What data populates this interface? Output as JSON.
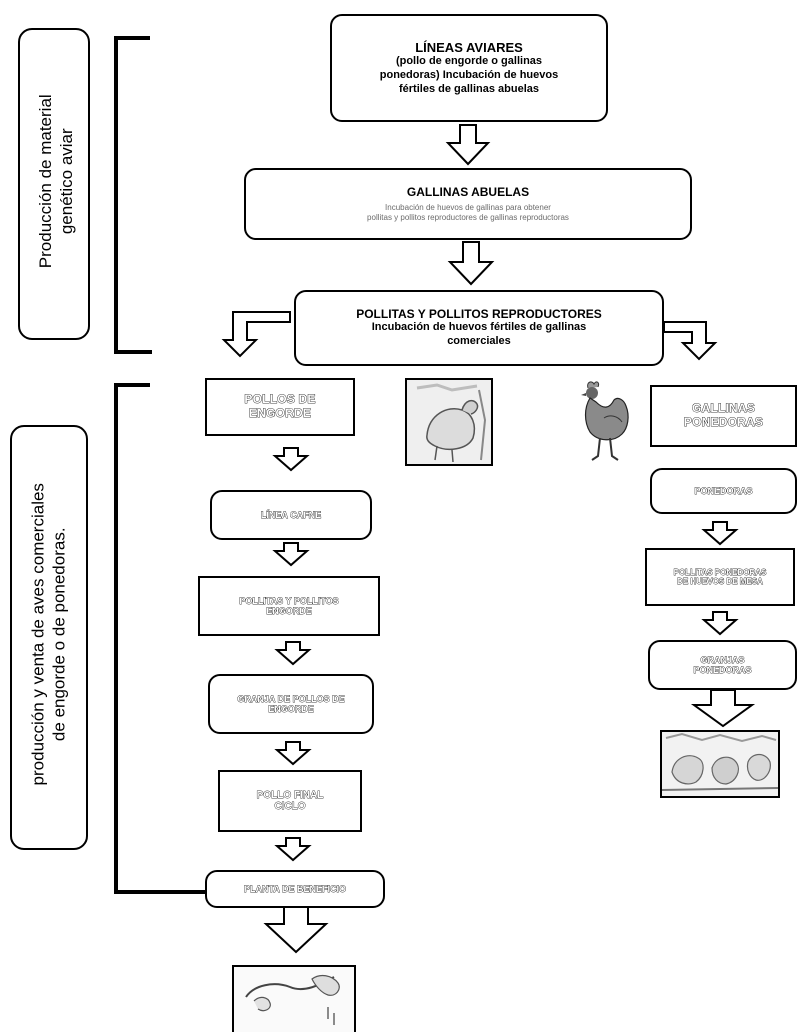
{
  "sections": {
    "genetic": {
      "label_lines": [
        "Producción de material",
        "genético aviar"
      ]
    },
    "commercial": {
      "label_lines": [
        "producción y venta de aves comerciales",
        "de engorde o de ponedoras."
      ]
    }
  },
  "top_chain": {
    "lineas": {
      "title": "LÍNEAS AVIARES",
      "lines": [
        "(pollo de engorde o gallinas",
        "ponedoras) Incubación de huevos",
        "fértiles de gallinas abuelas"
      ]
    },
    "abuelas": {
      "title": "GALLINAS ABUELAS",
      "faint_lines": [
        "Incubación de huevos de gallinas para obtener",
        "pollitas y pollitos reproductores de gallinas reproductoras"
      ]
    },
    "reproductores": {
      "title": "POLLITAS Y POLLITOS REPRODUCTORES",
      "lines": [
        "Incubación de huevos fértiles de gallinas",
        "comerciales"
      ]
    }
  },
  "engorde_chain": {
    "head": [
      "POLLOS DE",
      "ENGORDE"
    ],
    "steps": [
      {
        "lines": [
          "LÍNEA CAFNE"
        ]
      },
      {
        "lines": [
          "POLLITAS Y POLLITOS",
          "ENGORDE"
        ]
      },
      {
        "lines": [
          "GRANJA DE POLLOS DE",
          "ENGORDE"
        ]
      },
      {
        "lines": [
          "POLLO FINAL",
          "CICLO"
        ]
      },
      {
        "lines": [
          "PLANTA DE BENEFICIO"
        ]
      }
    ]
  },
  "ponedoras_chain": {
    "head": [
      "GALLINAS",
      "PONEDORAS"
    ],
    "steps": [
      {
        "lines": [
          "PONEDORAS"
        ]
      },
      {
        "lines": [
          "POLLITAS PONEDORAS",
          "DE HUEVOS DE MESA"
        ]
      },
      {
        "lines": [
          "GRANJAS",
          "PONEDORAS"
        ]
      }
    ]
  },
  "icons": [
    "broiler-chicken-photo-icon",
    "hen-photo-icon",
    "layer-farm-photo-icon",
    "processed-chicken-photo-icon"
  ]
}
